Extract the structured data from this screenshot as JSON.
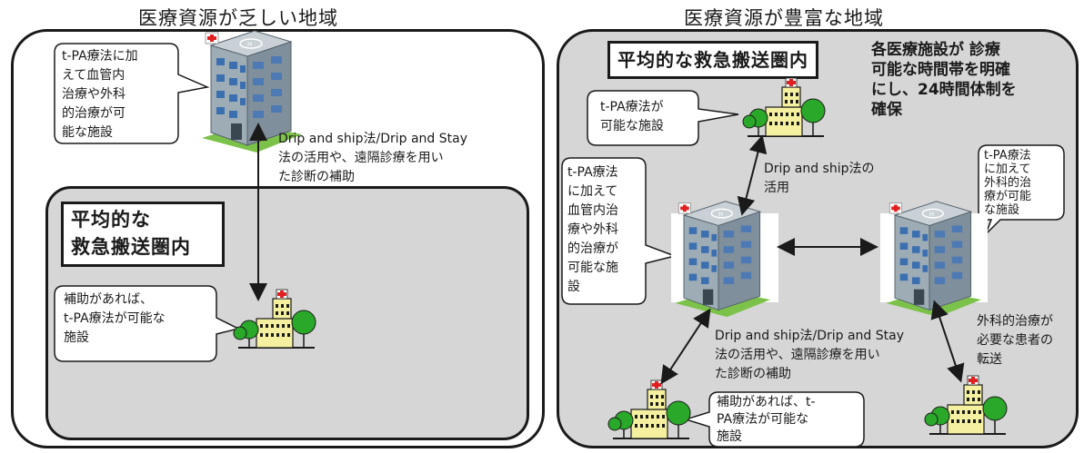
{
  "titles": {
    "left": "医療資源が乏しい地域",
    "right": "医療資源が豊富な地域"
  },
  "left": {
    "region_label_1": "平均的な",
    "region_label_2": "救急搬送圏内",
    "hub_callout": [
      "t-PA療法に加",
      "えて血管内",
      "治療や外科",
      "的治療が可",
      "能な施設"
    ],
    "spoke_callout": [
      "補助があれば、",
      "t-PA療法が可能な",
      "施設"
    ],
    "link_text": [
      "Drip and ship法/Drip and Stay",
      "法の活用や、遠隔診療を用い",
      "た診断の補助"
    ]
  },
  "right": {
    "region_label": "平均的な救急搬送圏内",
    "note": [
      "各医療施設が 診療",
      "可能な時間帯を明確",
      "にし、24時間体制を",
      "確保"
    ],
    "tpa_callout": [
      "t-PA療法が",
      "可能な施設"
    ],
    "hub_callout": [
      "t-PA療法",
      "に加えて",
      "血管内治",
      "療や外科",
      "的治療が",
      "可能な施",
      "設"
    ],
    "surgical_callout": [
      "t-PA療法",
      "に加えて",
      "外科的治",
      "療が可能",
      "な施設"
    ],
    "drip_ship_text": [
      "Drip and ship法の",
      "活用"
    ],
    "link_text": [
      "Drip and ship法/Drip and Stay",
      "法の活用や、遠隔診療を用い",
      "た診断の補助"
    ],
    "spoke_callout": [
      "補助があれば、t-",
      "PA療法が可能な",
      "施設"
    ],
    "transfer_text": [
      "外科的治療が",
      "必要な患者の",
      "転送"
    ]
  },
  "colors": {
    "panel_bg_right": "#d6d6d6",
    "inner_gray": "#d6d6d6",
    "building_gray": "#8a9aa6",
    "tree_green": "#2aa82a",
    "clinic_yellow": "#f4f0a0",
    "cross_red": "#e02020"
  }
}
